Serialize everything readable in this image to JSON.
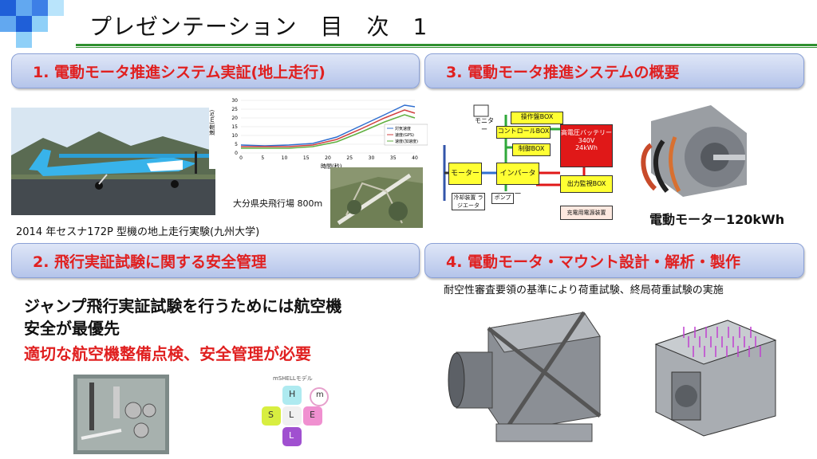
{
  "slide": {
    "title": "プレゼンテーション　目　次　1",
    "sections": [
      {
        "label": "1. 電動モータ推進システム実証(地上走行)"
      },
      {
        "label": "2. 飛行実証試験に関する安全管理"
      },
      {
        "label": "3. 電動モータ推進システムの概要"
      },
      {
        "label": "4. 電動モータ・マウント設計・解析・製作"
      }
    ],
    "sec1": {
      "photo_caption": "2014 年セスナ172P 型機の地上走行実験(九州大学)",
      "airfield_caption": "大分県央飛行場 800m",
      "graph": {
        "ylabel": "速度(m/s)",
        "xlabel": "時間(秒)",
        "xticks": [
          "0",
          "5",
          "10",
          "15",
          "20",
          "25",
          "30",
          "35",
          "40"
        ],
        "yticks": [
          "0",
          "5",
          "10",
          "15",
          "20",
          "25",
          "30"
        ],
        "legend": [
          "対気速度",
          "速度(GPS)",
          "速度(加速度)"
        ]
      }
    },
    "sec2": {
      "line1": "ジャンプ飛行実証試験を行うためには航空機",
      "line2": "安全が最優先",
      "line3": "適切な航空機整備点検、安全管理が必要",
      "shell_title": "mSHELLモデル",
      "shell_letters": [
        "H",
        "m",
        "S",
        "L",
        "E",
        "L"
      ]
    },
    "sec3": {
      "motor_caption": "電動モーター120kWh",
      "diagram": {
        "monitor": "モニター",
        "panel": "操作盤BOX",
        "controller": "コントロールBOX",
        "brake": "制御BOX",
        "battery": "高電圧バッテリー",
        "battery_v": "340V",
        "battery_kwh": "24kWh",
        "motor": "モーター",
        "inverter": "インバーター",
        "output": "出力監視BOX",
        "cooling": "冷却装置 ラジエータ",
        "pump": "ポンプ",
        "charger": "充電用電源装置"
      }
    },
    "sec4": {
      "caption": "耐空性審査要領の基準により荷重試験、終局荷重試験の実施"
    },
    "colors": {
      "section_text": "#e02020",
      "title_line": "#2f8f2f",
      "box_yellow": "#ffff33",
      "box_red": "#e01818"
    }
  }
}
